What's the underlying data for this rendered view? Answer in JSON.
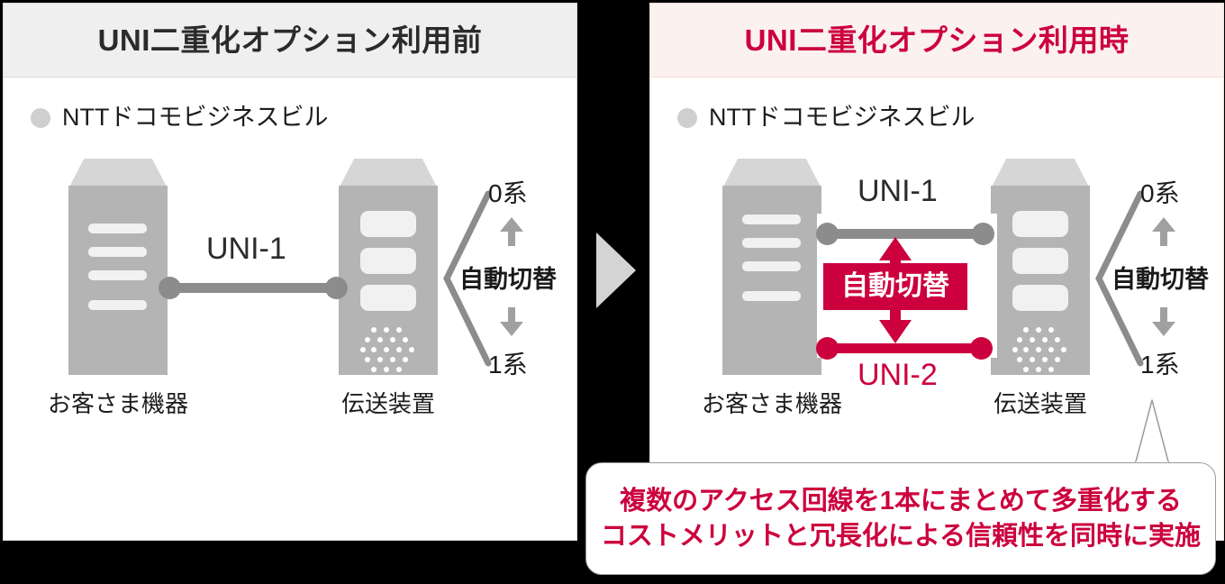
{
  "diagram": {
    "title_flow": "UNI duplication option before / after comparison",
    "panels": [
      {
        "id": "before",
        "title": "UNI二重化オプション利用前",
        "building_label": "NTTドコモビジネスビル",
        "devices": [
          {
            "name": "customer-equipment",
            "caption": "お客さま機器"
          },
          {
            "name": "transmission-equipment",
            "caption": "伝送装置"
          }
        ],
        "links": [
          {
            "id": "uni1",
            "label": "UNI-1",
            "color": "#8c8c8c"
          }
        ],
        "switch_annotation": {
          "top": "0系",
          "middle": "自動切替",
          "bottom": "1系"
        }
      },
      {
        "id": "after",
        "title": "UNI二重化オプション利用時",
        "building_label": "NTTドコモビジネスビル",
        "devices": [
          {
            "name": "customer-equipment",
            "caption": "お客さま機器"
          },
          {
            "name": "transmission-equipment",
            "caption": "伝送装置"
          }
        ],
        "links": [
          {
            "id": "uni1",
            "label": "UNI-1",
            "color": "#8c8c8c"
          },
          {
            "id": "uni2",
            "label": "UNI-2",
            "color": "#cc003d"
          }
        ],
        "auto_switch_badge": "自動切替",
        "switch_annotation": {
          "top": "0系",
          "middle": "自動切替",
          "bottom": "1系"
        }
      }
    ],
    "callout": {
      "line1": "複数のアクセス回線を1本にまとめて多重化する",
      "line2": "コストメリットと冗長化による信頼性を同時に実施"
    },
    "colors": {
      "accent_red": "#cc003d",
      "device_gray": "#b4b4b4",
      "link_gray": "#8c8c8c",
      "header_gray": "#efefef",
      "header_pink": "#fbf1ee"
    }
  }
}
